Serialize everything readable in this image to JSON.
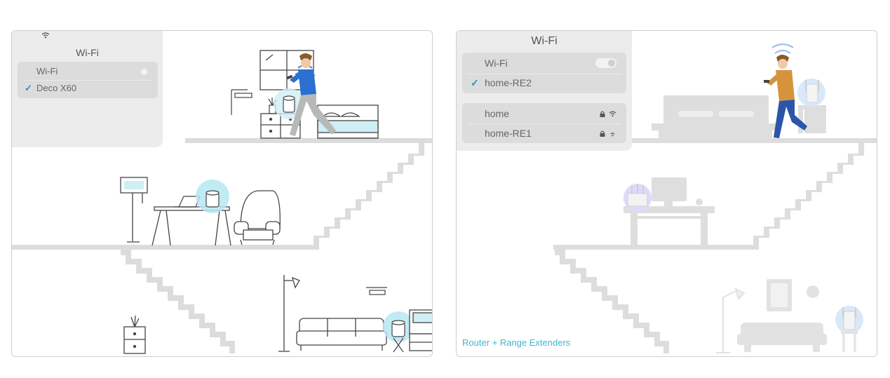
{
  "left_panel": {
    "wifi_card": {
      "title": "Wi-Fi",
      "wifi_row_label": "Wi-Fi",
      "selected_network": "Deco X60"
    }
  },
  "right_panel": {
    "wifi_card": {
      "title": "Wi-Fi",
      "wifi_row_label": "Wi-Fi",
      "selected_network": "home-RE2",
      "other_networks": [
        "home",
        "home-RE1"
      ]
    },
    "caption": "Router + Range Extenders"
  },
  "colors": {
    "accent_teal": "#3fb6cf",
    "check_blue": "#2f8fcf",
    "signal_blue": "#5b8fd6",
    "line_gray": "#444444",
    "faded_gray": "#dddddd",
    "person_left_shirt": "#2b6fd0",
    "person_right_shirt": "#d4943c"
  }
}
